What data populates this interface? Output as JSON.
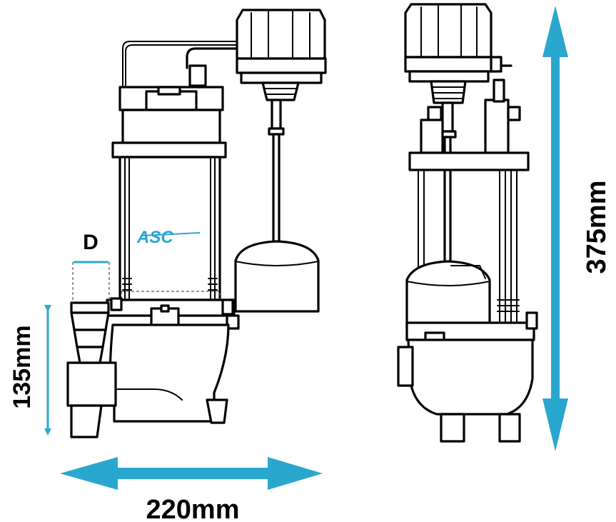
{
  "brand_logo": "ASC",
  "dimensions": {
    "outlet_diameter_label": "D",
    "outlet_height_label": "135mm",
    "width_label": "220mm",
    "total_height_label": "375mm"
  },
  "colors": {
    "dimension_accent": "#2aa7cf",
    "outline": "#000000",
    "fill": "#ffffff"
  }
}
